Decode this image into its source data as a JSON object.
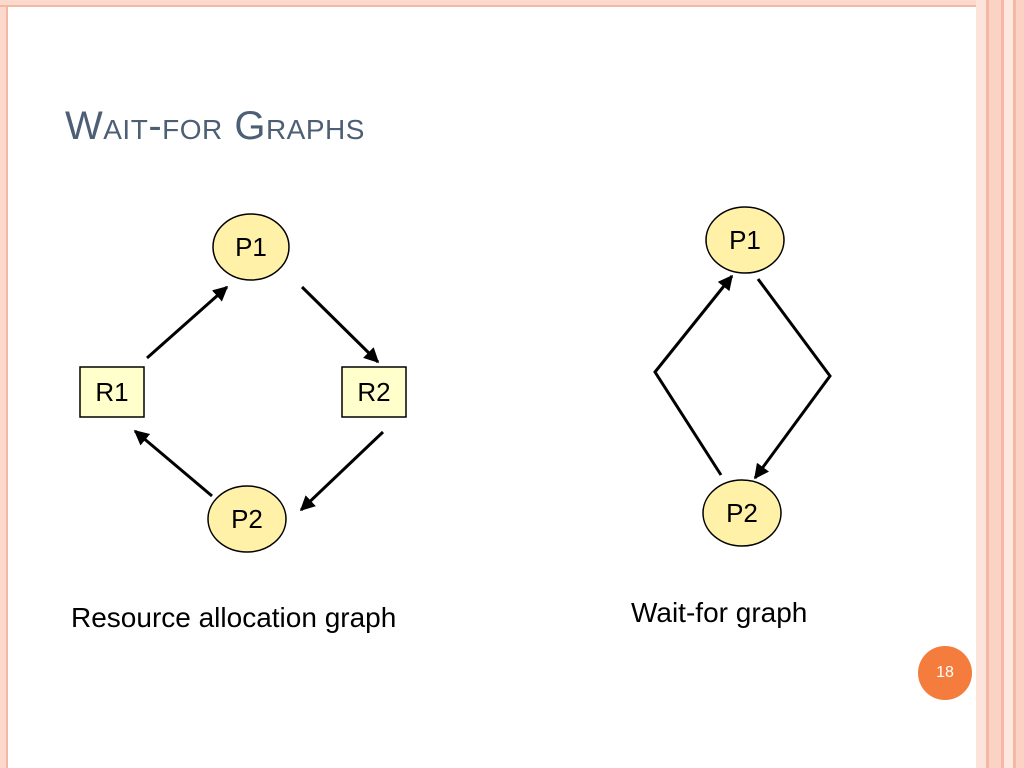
{
  "slide": {
    "title": "Wait-for Graphs",
    "page_number": "18"
  },
  "resource_allocation_graph": {
    "caption": "Resource allocation graph",
    "nodes": {
      "p1": "P1",
      "p2": "P2",
      "r1": "R1",
      "r2": "R2"
    },
    "edges": [
      {
        "from": "R1",
        "to": "P1"
      },
      {
        "from": "P1",
        "to": "R2"
      },
      {
        "from": "R2",
        "to": "P2"
      },
      {
        "from": "P2",
        "to": "R1"
      }
    ]
  },
  "wait_for_graph": {
    "caption": "Wait-for graph",
    "nodes": {
      "p1": "P1",
      "p2": "P2"
    },
    "edges": [
      {
        "from": "P1",
        "to": "P2"
      },
      {
        "from": "P2",
        "to": "P1"
      }
    ]
  },
  "colors": {
    "title": "#4d5f74",
    "process_fill": "#fff2a8",
    "resource_fill": "#ffffcc",
    "page_badge": "#f47c3c",
    "frame": "#fbd9cc"
  }
}
